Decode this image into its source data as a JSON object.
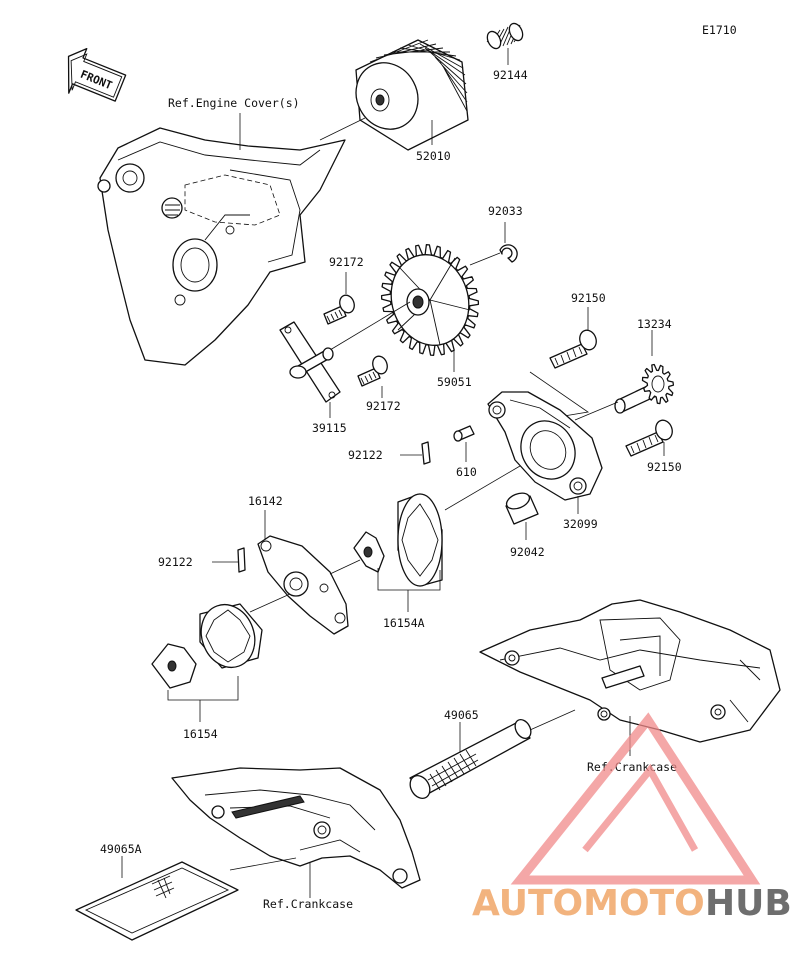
{
  "diagram_id": "E1710",
  "front_arrow": "FRONT",
  "refs": {
    "engine_cover": "Ref.Engine Cover(s)",
    "crankcase_right": "Ref.Crankcase",
    "crankcase_bottom": "Ref.Crankcase"
  },
  "parts": {
    "p92144": "92144",
    "p52010": "52010",
    "p92033": "92033",
    "p92172_top": "92172",
    "p92172_bottom": "92172",
    "p59051": "59051",
    "p39115": "39115",
    "p92150_top": "92150",
    "p13234": "13234",
    "p92150_right": "92150",
    "p92122_mid": "92122",
    "p610": "610",
    "p32099": "32099",
    "p92042": "92042",
    "p16142": "16142",
    "p92122_left": "92122",
    "p16154A": "16154A",
    "p16154": "16154",
    "p49065": "49065",
    "p49065A": "49065A"
  },
  "watermark": {
    "brand_left": "AUTOMOTO",
    "brand_right": "HUB",
    "color_triangle": "#f08a8a",
    "color_left": "#f2b37e",
    "color_right": "#6e6e6e"
  }
}
